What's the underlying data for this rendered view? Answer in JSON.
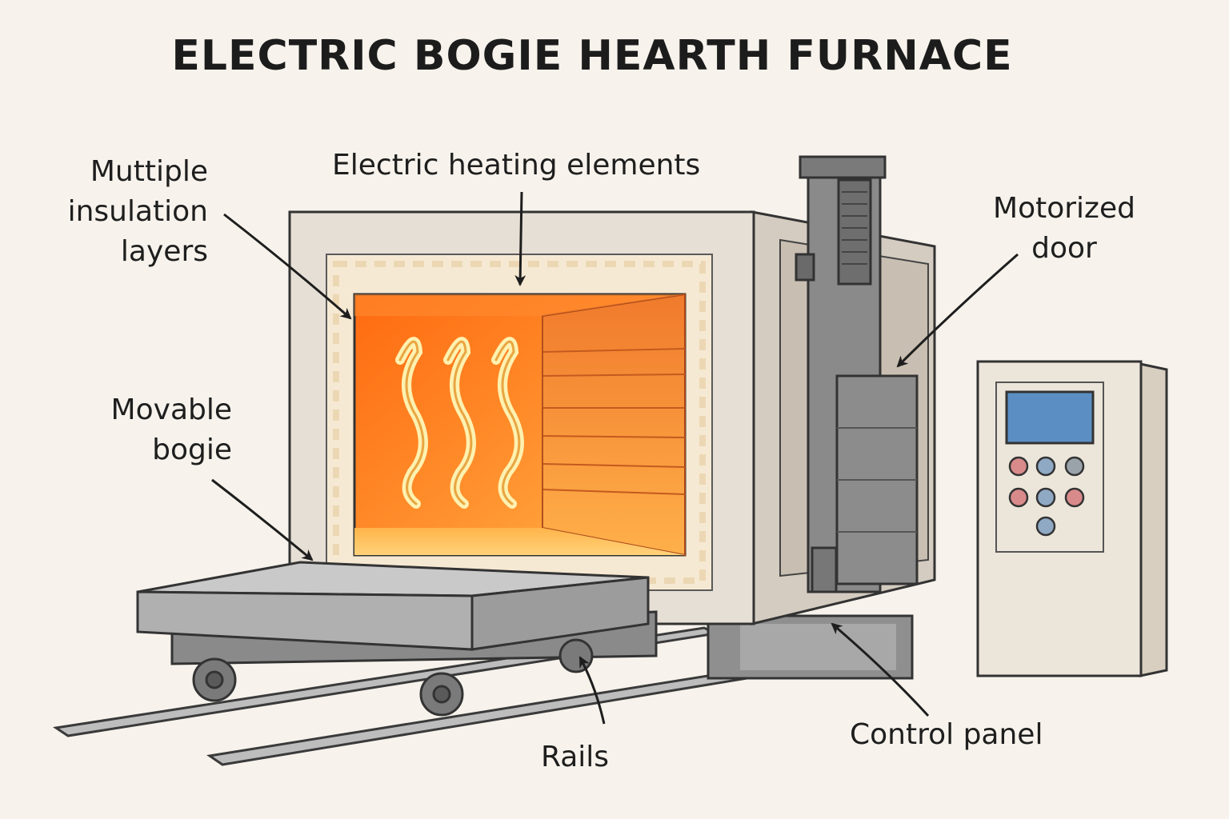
{
  "title": "ELECTRIC BOGIE HEARTH FURNACE",
  "labels": {
    "insulation": [
      "Muttiple",
      "insulation",
      "layers"
    ],
    "heating": "Electric heating elements",
    "door": [
      "Motorized",
      "door"
    ],
    "bogie": [
      "Movable",
      "bogie"
    ],
    "rails": "Rails",
    "control_panel": "Control panel"
  },
  "colors": {
    "background": "#f7f3ec",
    "chamber_hot": "#ff7a1a",
    "chamber_glow": "#ffb347",
    "element": "#ffe08a",
    "insulation": "#f6e9d3",
    "casing": "#e3dcd2",
    "steel": "#9e9e9e",
    "screen": "#5b8fc4",
    "button_red": "#d98a8a",
    "button_blue": "#8fa9c4"
  }
}
